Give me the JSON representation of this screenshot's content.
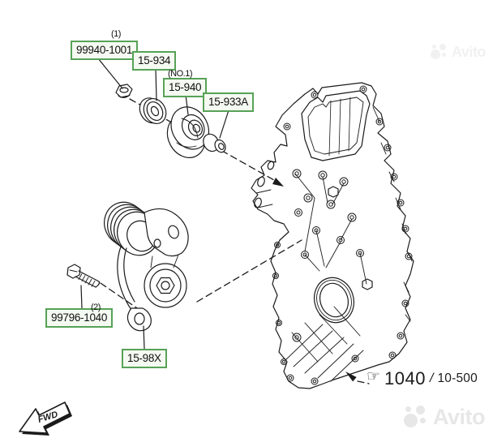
{
  "callouts": {
    "c1": {
      "qty": "(1)",
      "part": "99940-1001"
    },
    "c2": {
      "part": "15-934"
    },
    "c3": {
      "note": "(NO.1)",
      "part": "15-940"
    },
    "c4": {
      "part": "15-933A"
    },
    "c5": {
      "qty": "(2)",
      "part": "99796-1040"
    },
    "c6": {
      "part": "15-98X"
    }
  },
  "reference": {
    "hand_icon": "☞",
    "page": "1040",
    "separator": "/",
    "section": "10-500"
  },
  "orientation": {
    "label": "FWD"
  },
  "watermark": {
    "brand": "Avito"
  },
  "colors": {
    "label_border": "#57a257",
    "label_fill": "#f4faf1",
    "line": "#1b1b1b",
    "watermark_bottom": "#e7e7e7",
    "watermark_top": "#f1f1f1"
  }
}
